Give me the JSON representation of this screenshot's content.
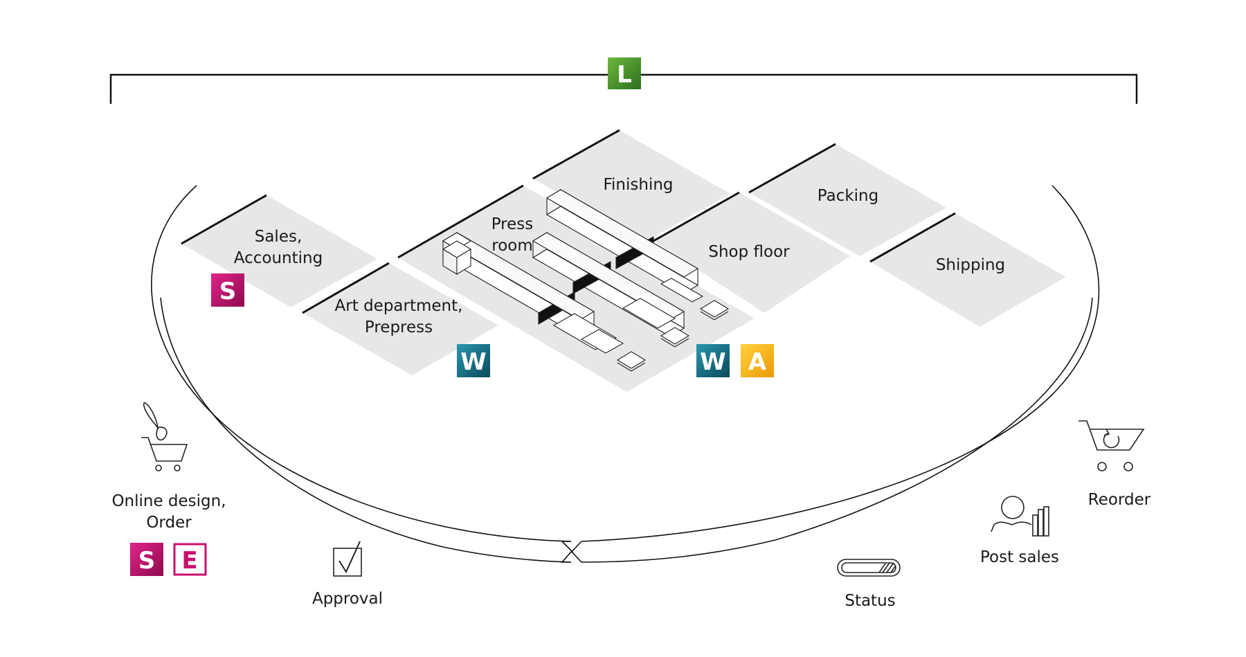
{
  "colors": {
    "floor": "#e8e7e7",
    "line": "#111111",
    "badge_L": "#3f8f2a",
    "badge_S": "#c8106e",
    "badge_E": "#c8106e",
    "badge_W": "#0f6f86",
    "badge_A": "#f2b40f"
  },
  "areas": {
    "sales": [
      "Sales,",
      "Accounting"
    ],
    "art": [
      "Art department,",
      "Prepress"
    ],
    "press": [
      "Press",
      "room"
    ],
    "finishing": "Finishing",
    "packing": "Packing",
    "shop_floor": "Shop floor",
    "shipping": "Shipping"
  },
  "badges": {
    "top": "L",
    "sales": "S",
    "art": "W",
    "shop_w": "W",
    "shop_a": "A",
    "online_s": "S",
    "online_e": "E"
  },
  "steps": {
    "online_design": [
      "Online design,",
      "Order"
    ],
    "approval": "Approval",
    "status": "Status",
    "post_sales": "Post sales",
    "reorder": "Reorder"
  },
  "icons": {
    "online_design": "cart-with-brush-icon",
    "approval": "checkbox-icon",
    "status": "progress-bar-icon",
    "post_sales": "person-chart-icon",
    "reorder": "cart-refresh-icon"
  }
}
